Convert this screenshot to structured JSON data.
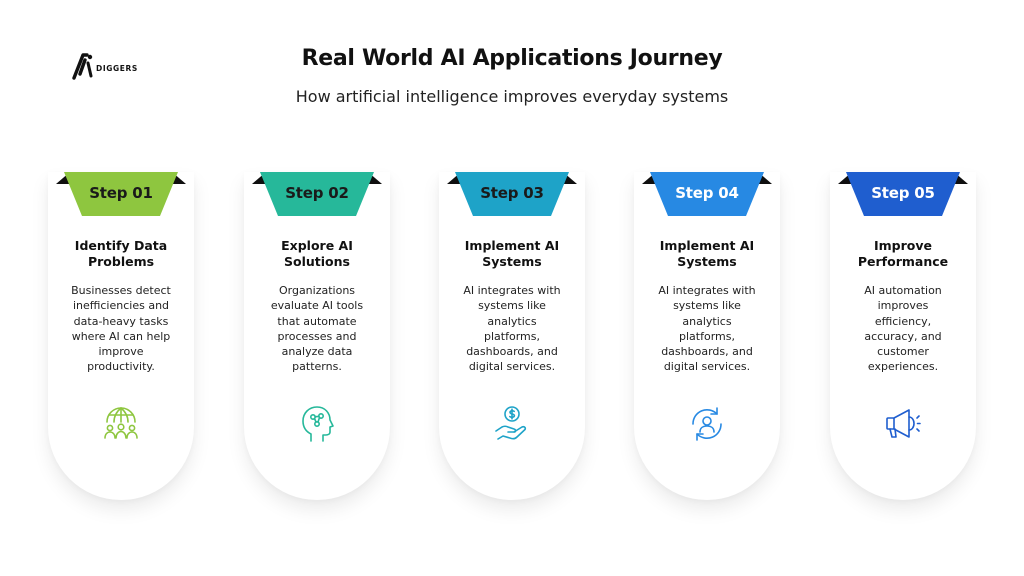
{
  "brand": {
    "name": "DIGGERS"
  },
  "header": {
    "title": "Real World AI Applications Journey",
    "subtitle": "How artificial intelligence improves everyday systems"
  },
  "steps": [
    {
      "label": "Step 01",
      "heading": "Identify Data\nProblems",
      "description": "Businesses detect\ninefficiencies and\ndata-heavy tasks\nwhere AI can help\nimprove\nproductivity.",
      "icon": "globe-people-icon",
      "color": "#8ec63f",
      "label_color": "#1a1a1a"
    },
    {
      "label": "Step 02",
      "heading": "Explore AI\nSolutions",
      "description": "Organizations\nevaluate AI tools\nthat automate\nprocesses and\nanalyze data\npatterns.",
      "icon": "ai-head-icon",
      "color": "#26b89a",
      "label_color": "#1a1a1a"
    },
    {
      "label": "Step 03",
      "heading": "Implement AI\nSystems",
      "description": "AI integrates with\nsystems like\nanalytics\nplatforms,\ndashboards, and\ndigital services.",
      "icon": "hand-coin-icon",
      "color": "#1ea3c8",
      "label_color": "#1a1a1a"
    },
    {
      "label": "Step 04",
      "heading": "Implement AI\nSystems",
      "description": "AI integrates with\nsystems like\nanalytics\nplatforms,\ndashboards, and\ndigital services.",
      "icon": "user-refresh-icon",
      "color": "#2789e3",
      "label_color": "#ffffff"
    },
    {
      "label": "Step 05",
      "heading": "Improve\nPerformance",
      "description": "AI automation\nimproves\nefficiency,\naccuracy, and\ncustomer\nexperiences.",
      "icon": "megaphone-icon",
      "color": "#1f5ecf",
      "label_color": "#ffffff"
    }
  ]
}
